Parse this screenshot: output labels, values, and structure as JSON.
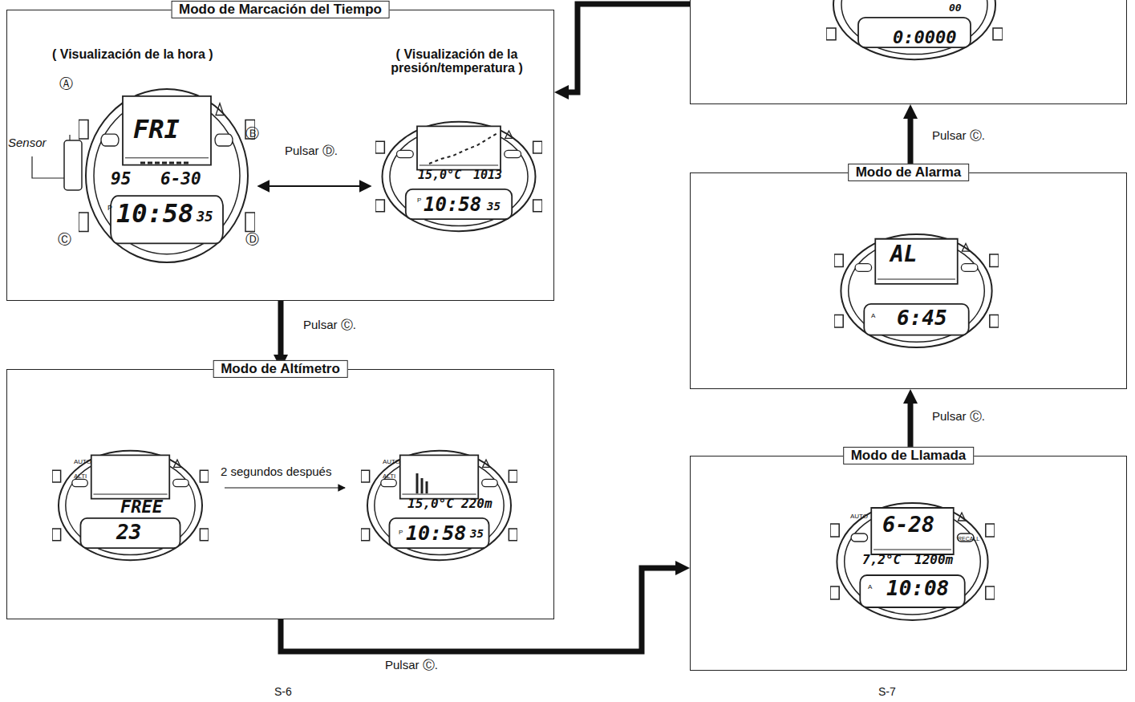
{
  "diagram": {
    "nodes": [
      {
        "text": [
          "Modo de Marcación del Tiempo"
        ]
      },
      {
        "text": [
          "Modo de Altímetro"
        ]
      },
      {
        "text": [
          "Modo de Llamada"
        ]
      },
      {
        "text": [
          "Modo de Alarma"
        ]
      },
      {
        "text": [
          "00",
          "0:0000"
        ]
      }
    ],
    "edges": [
      {
        "from": 0,
        "to": 1,
        "arrow": "to",
        "label": "Pulsar Ⓒ."
      },
      {
        "from": 1,
        "to": 2,
        "arrow": "to",
        "label": "Pulsar Ⓒ."
      },
      {
        "from": 2,
        "to": 3,
        "arrow": "to",
        "label": "Pulsar Ⓒ."
      },
      {
        "from": 3,
        "to": 4,
        "arrow": "to",
        "label": "Pulsar Ⓒ."
      },
      {
        "from": 4,
        "to": 0,
        "arrow": "to"
      }
    ],
    "labels": [
      "( Visualización de la hora )",
      "( Visualización de la presión/temperatura )",
      "Sensor",
      "Ⓐ",
      "Ⓑ",
      "Ⓒ",
      "Ⓓ",
      "Pulsar Ⓓ.",
      "FRI",
      "95",
      "6-30",
      "P",
      "10:58",
      "35",
      "15,0°C",
      "1013",
      "P",
      "10:58",
      "35",
      "2 segundos después",
      "AUTO",
      "ALTI",
      "FREE",
      "23",
      "AUTO",
      "ALTI",
      "15,0°C",
      "220m",
      "P",
      "10:58",
      "35",
      "AUTO",
      "6-28",
      "RECALL",
      "7,2°C",
      "1200m",
      "A",
      "10:08",
      "AL",
      "A",
      "6:45",
      "S-6",
      "S-7"
    ]
  }
}
